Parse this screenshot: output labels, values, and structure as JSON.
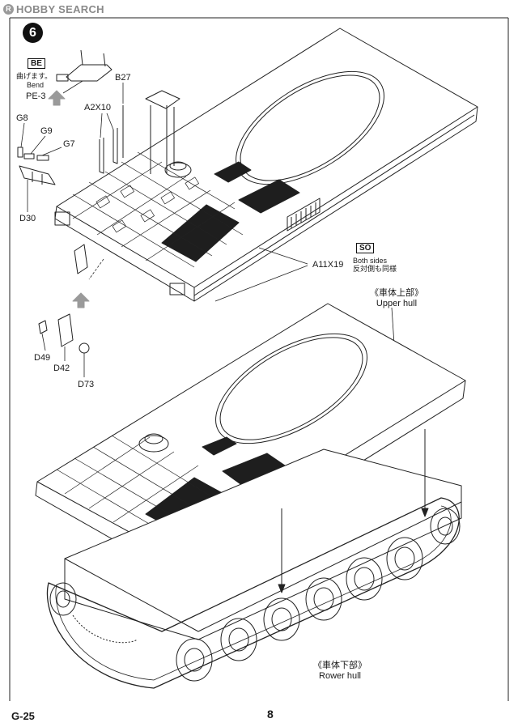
{
  "watermark": {
    "text": "HOBBY SEARCH",
    "mark": "R"
  },
  "step": {
    "number": "6"
  },
  "bend_note": {
    "badge": "BE",
    "ja": "曲げます。",
    "en": "Bend"
  },
  "parts": {
    "pe3": "PE-3",
    "b27": "B27",
    "a2x10": "A2X10",
    "g8": "G8",
    "g9": "G9",
    "g7": "G7",
    "d30": "D30",
    "a11x19": "A11X19",
    "d49": "D49",
    "d42": "D42",
    "d73": "D73"
  },
  "both_sides": {
    "badge": "SO",
    "en": "Both sides",
    "ja": "反対側も同様"
  },
  "upper_hull": {
    "ja": "《車体上部》",
    "en": "Upper hull"
  },
  "lower_hull": {
    "ja": "《車体下部》",
    "en": "Rower hull"
  },
  "footer": {
    "code": "G-25",
    "page": "8"
  }
}
